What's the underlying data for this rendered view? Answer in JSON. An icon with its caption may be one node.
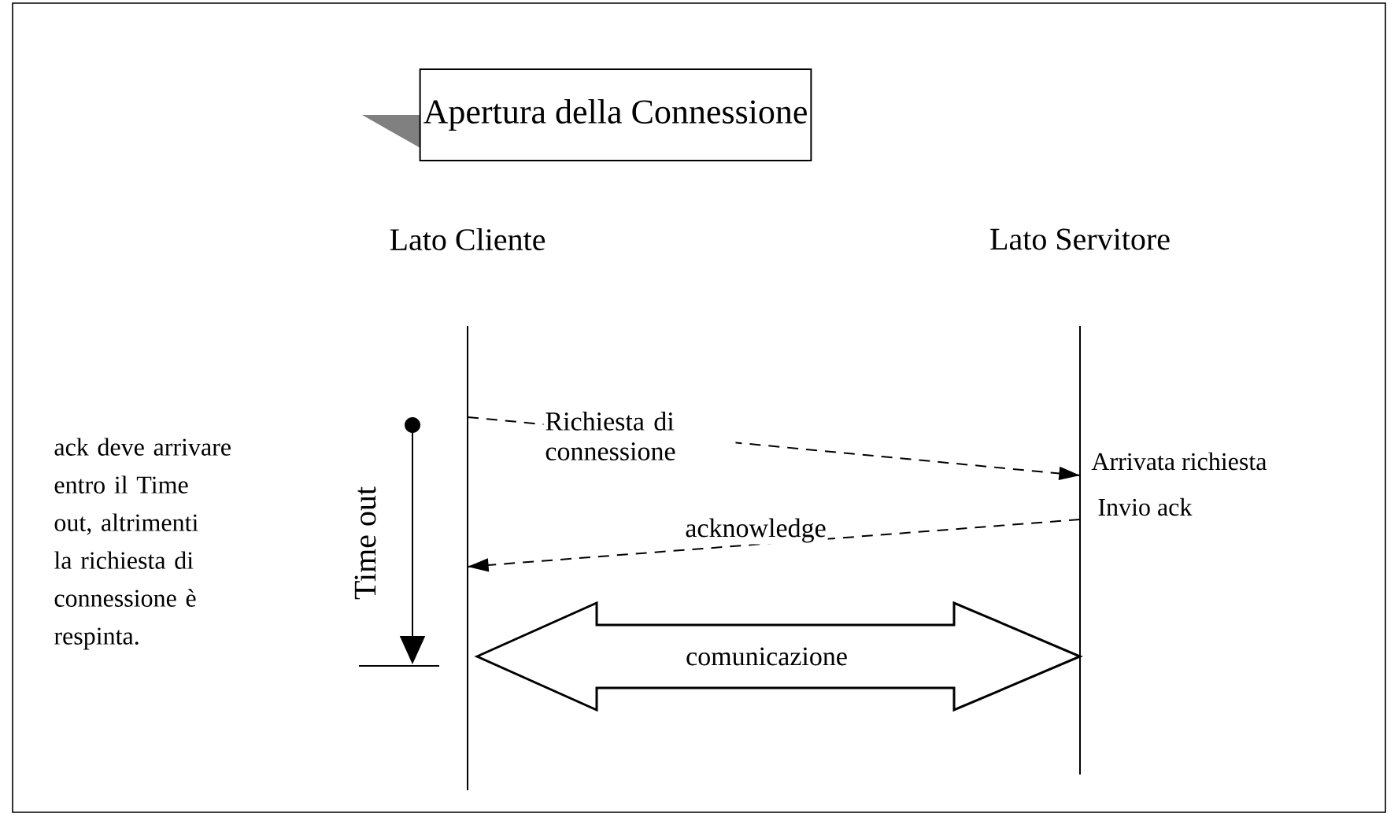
{
  "diagram": {
    "title": "Apertura della Connessione",
    "nodes": [
      {
        "text": [
          "Lato Cliente"
        ]
      },
      {
        "text": [
          "Lato Servitore"
        ]
      }
    ],
    "edges": [
      {
        "from": 0,
        "to": 1,
        "arrow": "to",
        "style": "dashed",
        "label": "Richiesta di connessione"
      },
      {
        "from": 1,
        "to": 0,
        "arrow": "to",
        "style": "dashed",
        "label": "acknowledge"
      },
      {
        "from": 0,
        "to": 1,
        "arrow": "both",
        "style": "thick",
        "label": "comunicazione"
      }
    ],
    "labels": [
      "Arrivata richiesta",
      "Invio ack",
      "ack deve arrivare entro il Time out, altrimenti la richiesta di connessione è respinta.",
      "Time out"
    ]
  }
}
